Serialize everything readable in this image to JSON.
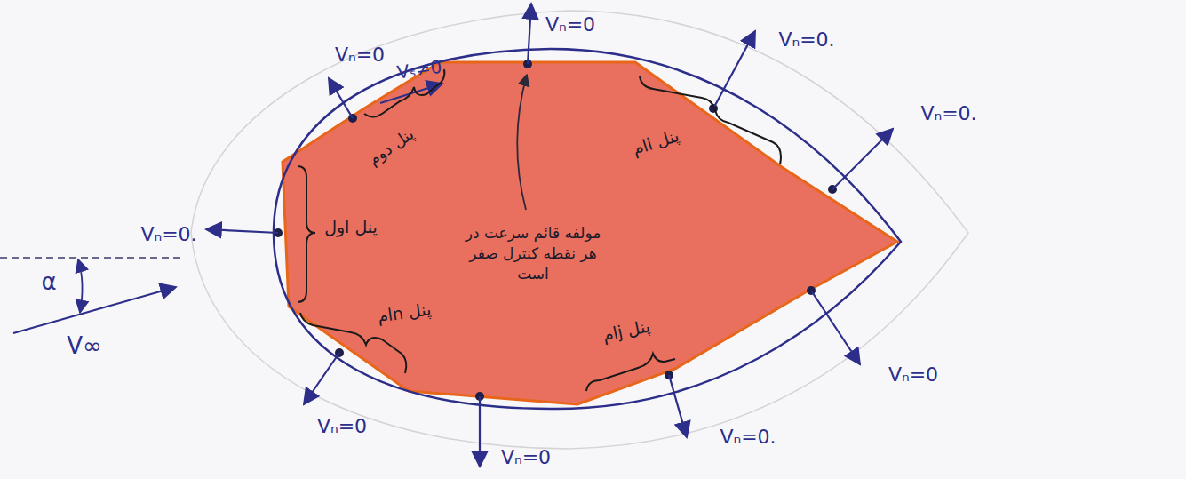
{
  "diagram": {
    "labels": [
      "Vₙ=0",
      "Vₛ≠0",
      "Vₙ=0",
      "Vₙ=0.",
      "Vₙ=0.",
      "پنل دوم",
      "پنل iام",
      "مولفه قائم سرعت در هر نقطه کنترل صفر است",
      "پنل اول",
      "Vₙ=0.",
      "α",
      "V∞",
      "پنل nام",
      "پنل jام",
      "Vₙ=0",
      "Vₙ=0",
      "Vₙ=0.",
      "Vₙ=0"
    ]
  }
}
